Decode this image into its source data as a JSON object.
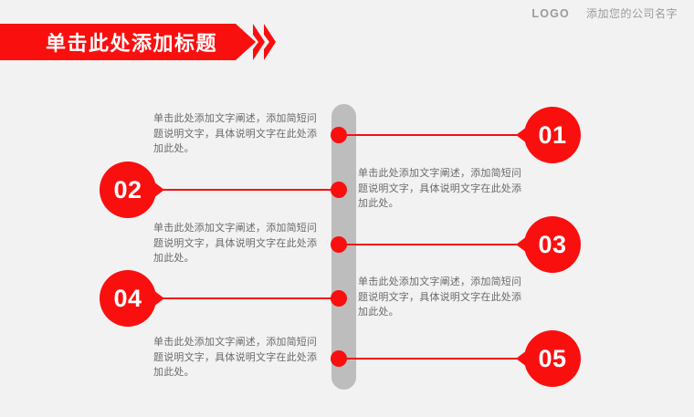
{
  "brand": {
    "logo_label": "LOGO",
    "company_name": "添加您的公司名字"
  },
  "header": {
    "title": "单击此处添加标题",
    "banner_color": "#fa0f0f",
    "chevron_icon": "double-chevron-right-icon"
  },
  "theme": {
    "background": "#f2f2f2",
    "accent": "#fa0f0f",
    "spine": "#bdbdbd",
    "body_text": "#6b6b6b",
    "brand_text": "#9a9a9a"
  },
  "body_text": "单击此处添加文字阐述，添加简短问题说明文字，具体说明文字在此处添加此处。",
  "items": [
    {
      "number": "01",
      "side": "right",
      "text": "单击此处添加文字阐述，添加简短问题说明文字，具体说明文字在此处添加此处。"
    },
    {
      "number": "02",
      "side": "left",
      "text": "单击此处添加文字阐述，添加简短问题说明文字，具体说明文字在此处添加此处。"
    },
    {
      "number": "03",
      "side": "right",
      "text": "单击此处添加文字阐述，添加简短问题说明文字，具体说明文字在此处添加此处。"
    },
    {
      "number": "04",
      "side": "left",
      "text": "单击此处添加文字阐述，添加简短问题说明文字，具体说明文字在此处添加此处。"
    },
    {
      "number": "05",
      "side": "right",
      "text": "单击此处添加文字阐述，添加简短问题说明文字，具体说明文字在此处添加此处。"
    }
  ]
}
